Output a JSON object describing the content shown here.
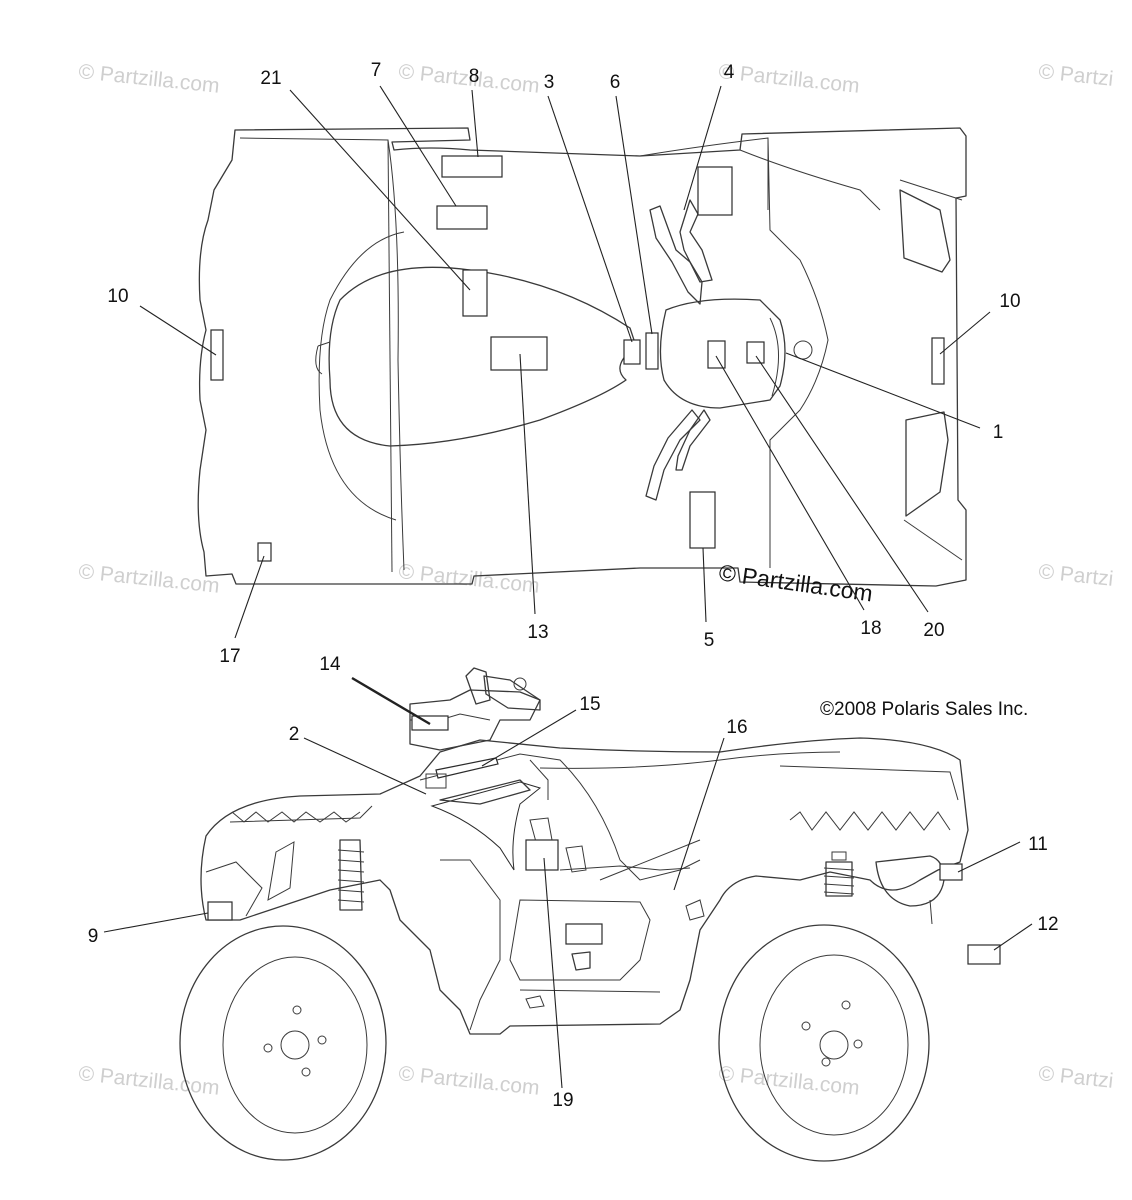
{
  "watermark": {
    "text": "© Partzilla.com",
    "clipped_text": "© Partzi",
    "color": "#cfcfcf"
  },
  "center_watermark": "© Partzilla.com",
  "copyright": "©2008 Polaris Sales Inc.",
  "callouts": [
    "1",
    "2",
    "3",
    "4",
    "5",
    "6",
    "7",
    "8",
    "9",
    "10",
    "10",
    "11",
    "12",
    "13",
    "14",
    "15",
    "16",
    "17",
    "18",
    "19",
    "20",
    "21"
  ],
  "icons": {
    "top_view": "atv-top-view-drawing",
    "side_view": "atv-side-view-drawing",
    "decal": "decal-rectangle"
  }
}
